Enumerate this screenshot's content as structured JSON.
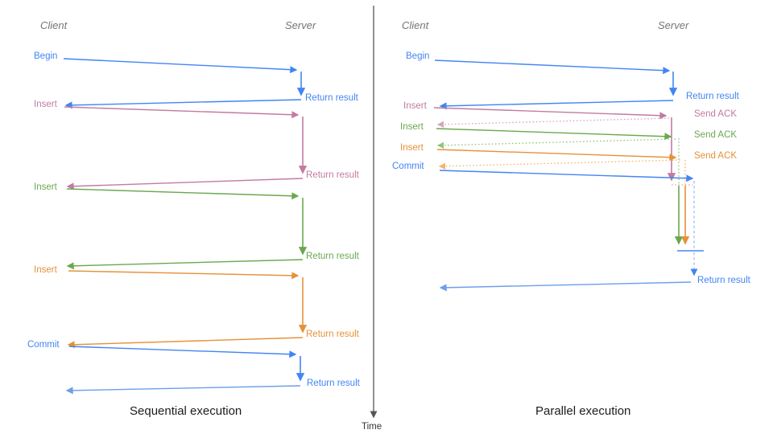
{
  "palette": {
    "blue": "#4285f4",
    "blue_light": "#6d9eeb",
    "blue_dashed": "#9fc5f8",
    "pink": "#c27ba0",
    "pink_dashed": "#d5a6bd",
    "green": "#6aa84f",
    "green_dashed": "#93c47d",
    "orange": "#e69138",
    "orange_dashed": "#f6b26b",
    "header_text": "#757575",
    "axis": "#555555"
  },
  "time_axis": {
    "label": "Time"
  },
  "left_panel": {
    "title": "Sequential execution",
    "client_header": "Client",
    "server_header": "Server",
    "rows": [
      {
        "label": "Begin",
        "result": "Return result"
      },
      {
        "label": "Insert",
        "result": "Return result"
      },
      {
        "label": "Insert",
        "result": "Return result"
      },
      {
        "label": "Insert",
        "result": "Return result"
      },
      {
        "label": "Commit",
        "result": "Return result"
      }
    ]
  },
  "right_panel": {
    "title": "Parallel execution",
    "client_header": "Client",
    "server_header": "Server",
    "begin": {
      "label": "Begin",
      "result": "Return result"
    },
    "inserts": [
      {
        "label": "Insert",
        "ack": "Send ACK"
      },
      {
        "label": "Insert",
        "ack": "Send ACK"
      },
      {
        "label": "Insert",
        "ack": "Send ACK"
      }
    ],
    "commit": {
      "label": "Commit",
      "result": "Return result"
    }
  }
}
